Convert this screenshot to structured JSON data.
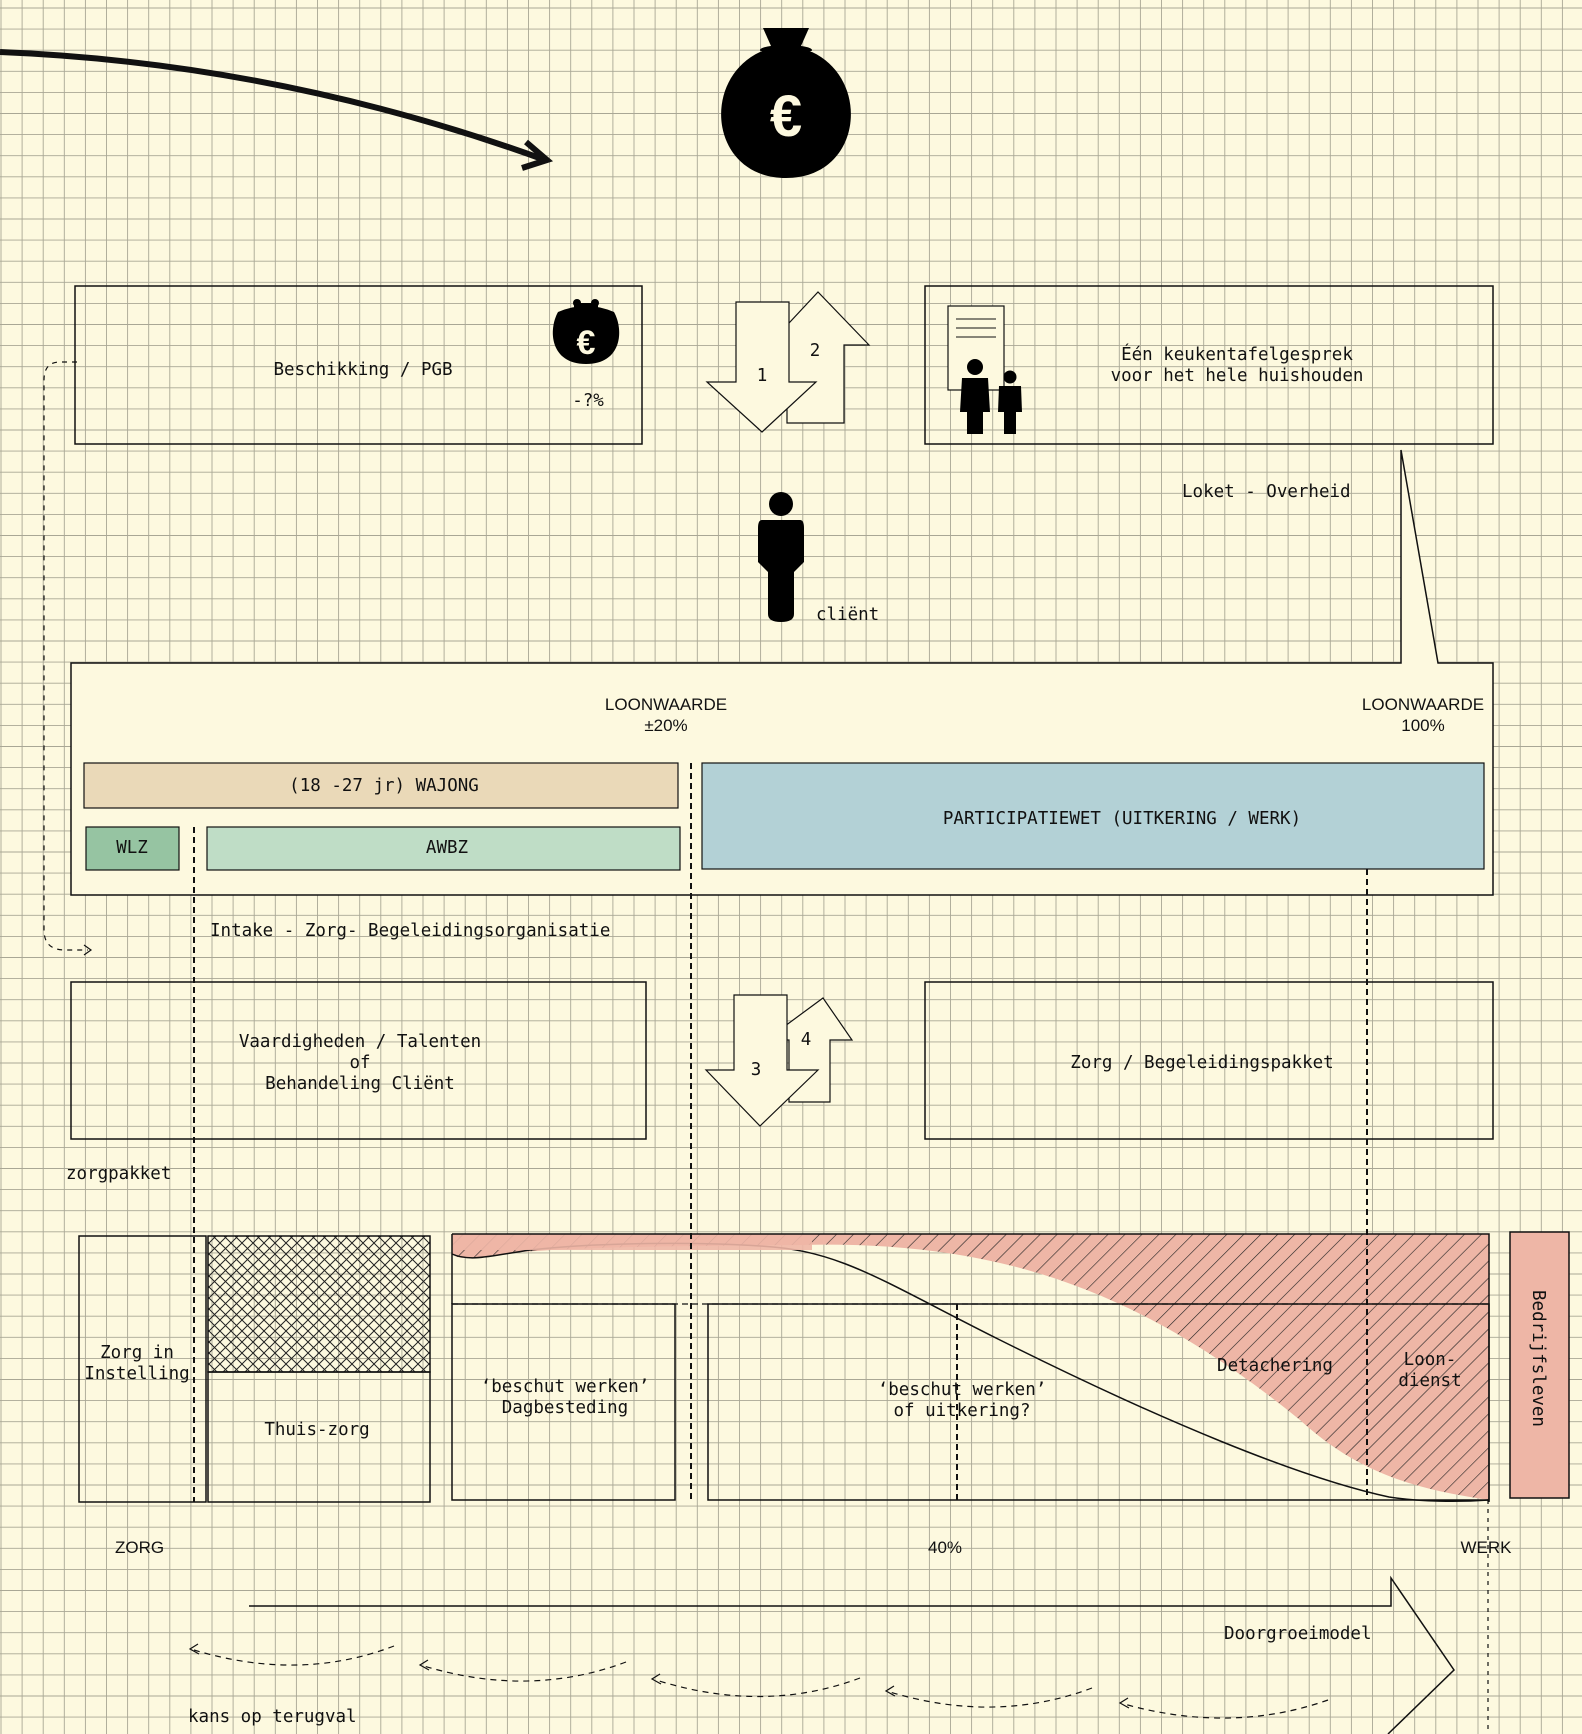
{
  "labels": {
    "beschikking": "Beschikking / PGB",
    "percent_unknown": "-?%",
    "arrow_1": "1",
    "arrow_2": "2",
    "arrow_3": "3",
    "arrow_4": "4",
    "keukentafel": "Één keukentafelgesprek\nvoor het hele huishouden",
    "loket": "Loket - Overheid",
    "client": "cliënt",
    "loonwaarde_low": "LOONWAARDE\n±20%",
    "loonwaarde_high": "LOONWAARDE\n100%",
    "wajong": "(18 -27 jr) WAJONG",
    "wlz": "WLZ",
    "awbz": "AWBZ",
    "participatiewet": "PARTICIPATIEWET (UITKERING / WERK)",
    "intake": "Intake - Zorg- Begeleidingsorganisatie",
    "vaardigheden": "Vaardigheden / Talenten\nof\nBehandeling Cliënt",
    "zorg_pakket_box": "Zorg / Begeleidingspakket",
    "zorgpakket": "zorgpakket",
    "zorg_instelling": "Zorg in\nInstelling",
    "thuis_zorg": "Thuis-zorg",
    "beschut_dag": "‘beschut werken’\nDagbesteding",
    "beschut_uitkering": "‘beschut werken’\nof uitkering?",
    "detachering": "Detachering",
    "loondienst": "Loon-\ndienst",
    "bedrijfsleven": "Bedrijfsleven",
    "axis_zorg": "ZORG",
    "axis_40": "40%",
    "axis_werk": "WERK",
    "doorgroeimodel": "Doorgroeimodel",
    "terugval": "kans op terugval",
    "euro_symbol": "€"
  },
  "icons": [
    "money-bag-icon",
    "coin-purse-icon",
    "document-family-icon",
    "person-icon"
  ],
  "colors": {
    "background": "#fdf9df",
    "grid": "#a9a795",
    "wajong": "#ead9b8",
    "wlz": "#96c4a2",
    "awbz": "#bfddc6",
    "participatiewet": "#b3d1d6",
    "salmon": "#eeb6a6",
    "ink": "#111111"
  }
}
